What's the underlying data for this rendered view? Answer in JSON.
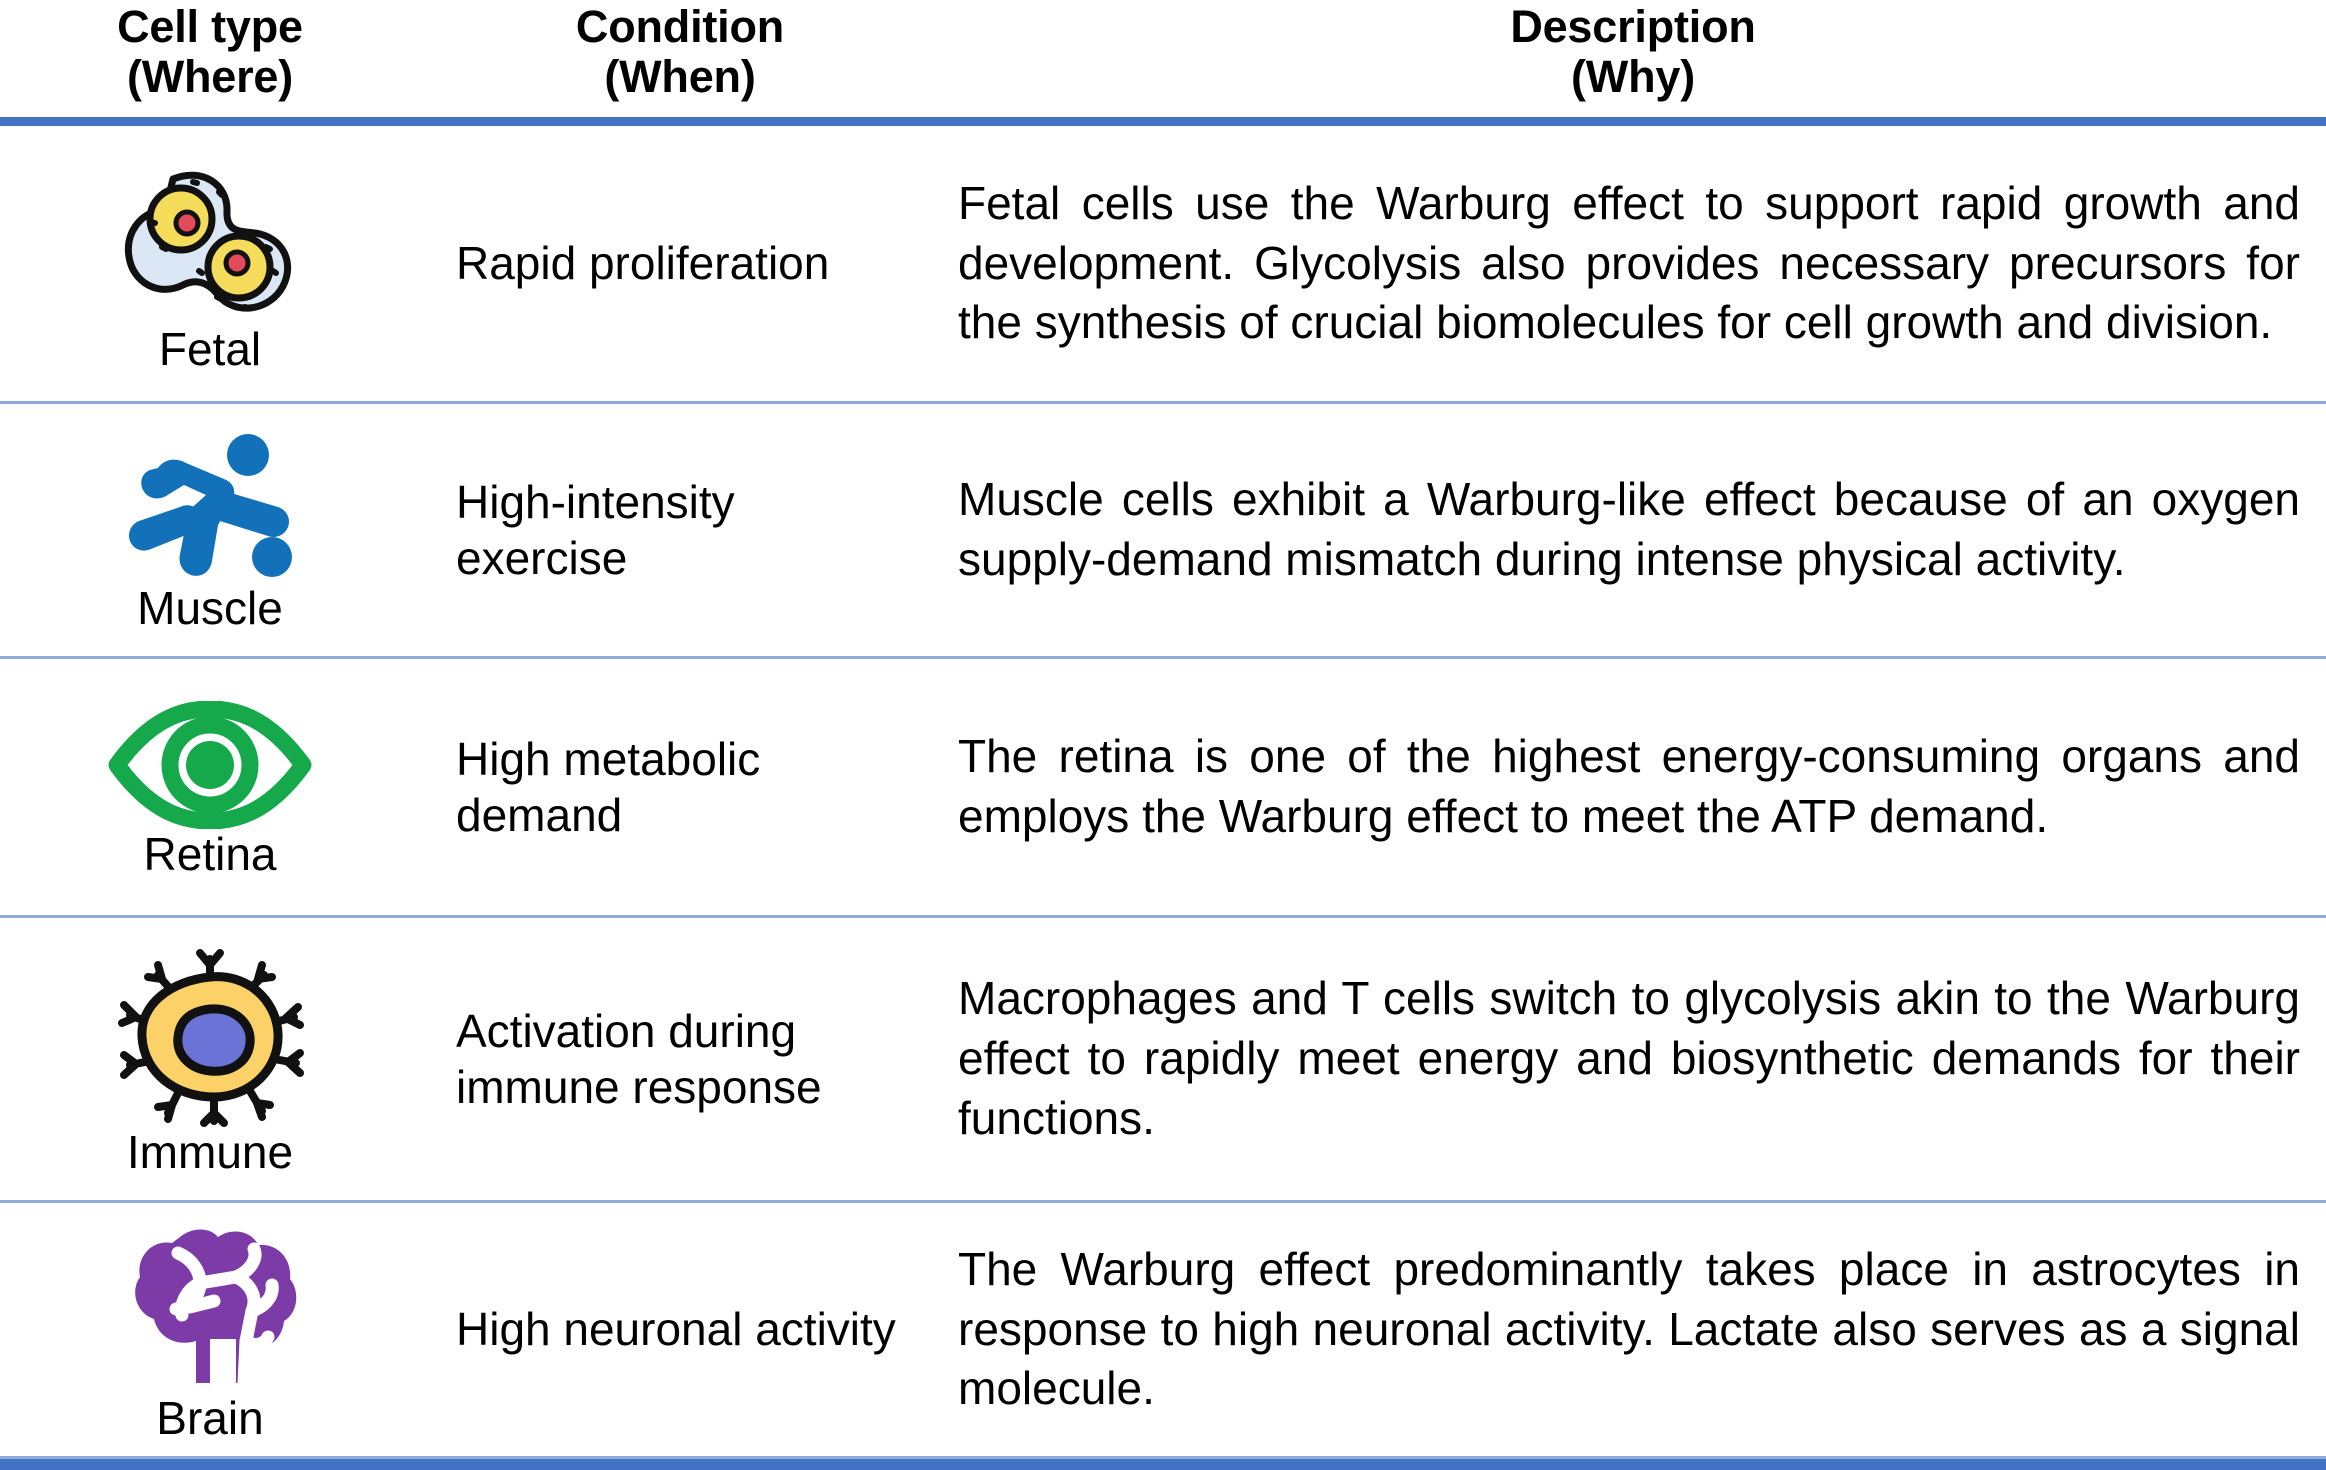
{
  "header": {
    "columns": [
      {
        "line1": "Cell type",
        "line2": "(Where)"
      },
      {
        "line1": "Condition",
        "line2": "(When)"
      },
      {
        "line1": "Description",
        "line2": "(Why)"
      }
    ]
  },
  "colors": {
    "rule_strong": "#4472C4",
    "rule_light": "#8FAADC",
    "fetal_cytoplasm": "#DCE7F5",
    "fetal_nucleus": "#F5DC5A",
    "fetal_nucleolus": "#E34B5A",
    "muscle_blue": "#1271B8",
    "retina_green": "#15A94B",
    "immune_cytoplasm": "#FBD168",
    "immune_nucleus": "#6B74D6",
    "brain_purple": "#7D3BA8",
    "outline_black": "#111111"
  },
  "rows": [
    {
      "icon": "dividing-cell-icon",
      "cell_type": "Fetal",
      "condition": "Rapid proliferation",
      "description": "Fetal cells use the Warburg effect to support rapid growth and development. Glycolysis also provides necessary precursors for the synthesis of crucial biomolecules for cell growth and division."
    },
    {
      "icon": "running-person-icon",
      "cell_type": "Muscle",
      "condition": "High-intensity exercise",
      "description": "Muscle cells exhibit a Warburg-like effect because of an oxygen supply-demand mismatch during intense physical activity."
    },
    {
      "icon": "eye-icon",
      "cell_type": "Retina",
      "condition": "High metabolic demand",
      "description": "The retina is one of the highest energy-consuming organs and employs the Warburg effect to meet the ATP demand."
    },
    {
      "icon": "immune-cell-icon",
      "cell_type": "Immune",
      "condition": "Activation during immune response",
      "description": "Macrophages and T cells switch to glycolysis akin to the Warburg effect to rapidly meet energy and biosynthetic demands for their functions."
    },
    {
      "icon": "brain-icon",
      "cell_type": "Brain",
      "condition": "High neuronal activity",
      "description": "The Warburg effect predominantly takes place in astrocytes in response to high neuronal activity. Lactate also serves as a signal molecule."
    }
  ]
}
